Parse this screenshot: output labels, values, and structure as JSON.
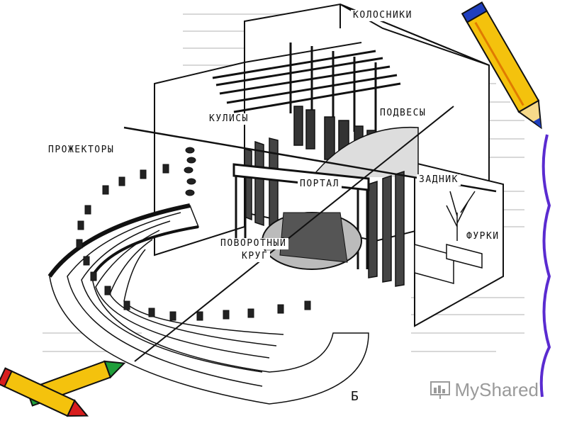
{
  "labels": {
    "kolosniki": "КОЛОСНИКИ",
    "kulisy": "КУЛИСЫ",
    "podvesy": "ПОДВЕСЫ",
    "prozhektory": "ПРОЖЕКТОРЫ",
    "portal": "ПОРТАЛ",
    "zadnik": "ЗАДНИК",
    "furki": "ФУРКИ",
    "povorotny_1": "ПОВОРОТНЫЙ",
    "povorotny_2": "КРУГ",
    "figure_letter": "Б"
  },
  "watermark": {
    "text": "MyShared"
  },
  "colors": {
    "ink": "#111111",
    "paper": "#ffffff",
    "scan_gray": "#cfcfcf",
    "pencil_yellow": "#f4c20d",
    "pencil_red": "#d81e1e",
    "pencil_blue": "#1f3fbf",
    "pencil_green": "#1f9e3a",
    "border_purple": "#5a2bd0"
  }
}
